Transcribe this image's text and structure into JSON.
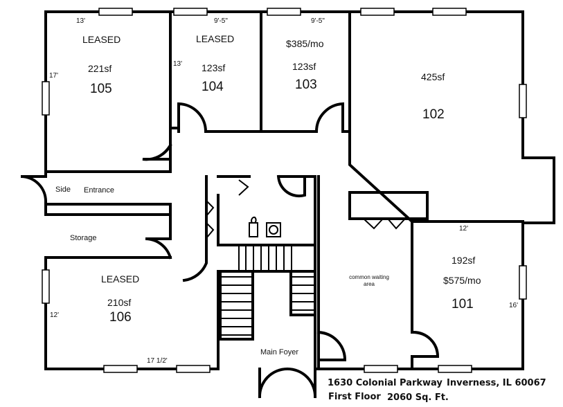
{
  "rooms": {
    "r105": {
      "status": "LEASED",
      "area": "221sf",
      "number": "105",
      "dim_top": "13'",
      "dim_side": "17'"
    },
    "r104": {
      "status": "LEASED",
      "area": "123sf",
      "number": "104",
      "dim_top": "9'-5\"",
      "dim_side": "13'"
    },
    "r103": {
      "status": "$385/mo",
      "area": "123sf",
      "number": "103",
      "dim_top": "9'-5\""
    },
    "r102": {
      "area": "425sf",
      "number": "102"
    },
    "r101": {
      "area": "192sf",
      "price": "$575/mo",
      "number": "101",
      "dim_top": "12'",
      "dim_side": "16'"
    },
    "r106": {
      "status": "LEASED",
      "area": "210sf",
      "number": "106",
      "dim_side": "12'",
      "dim_bottom": "17 1/2'"
    }
  },
  "areas": {
    "side": "Side",
    "entrance": "Entrance",
    "storage": "Storage",
    "waiting_1": "common waiting",
    "waiting_2": "area",
    "foyer": "Main Foyer"
  },
  "footer": {
    "address": "1630 Colonial Parkway",
    "city": "Inverness, IL 60067",
    "floor": "First Floor",
    "total": "2060 Sq. Ft."
  }
}
